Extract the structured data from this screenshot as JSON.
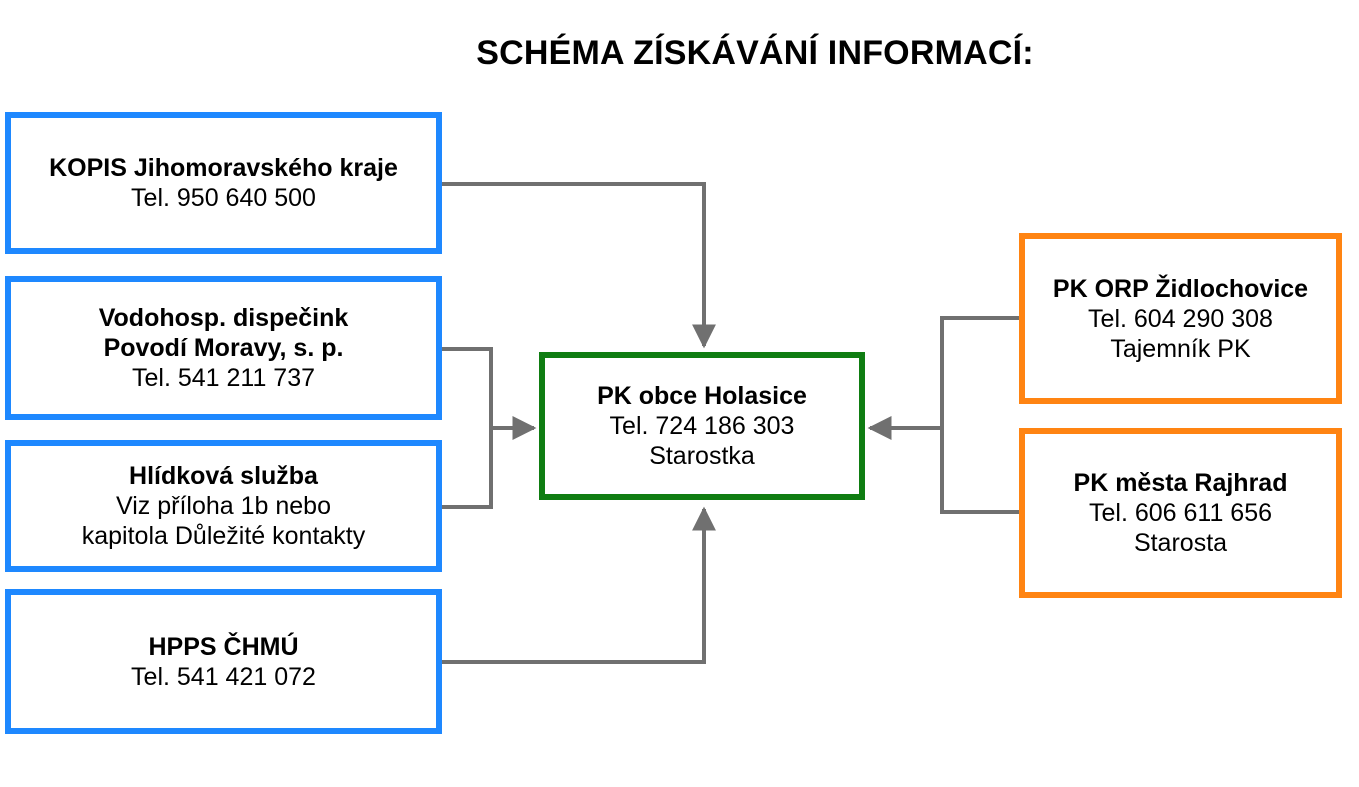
{
  "title": "SCHÉMA ZÍSKÁVÁNÍ INFORMACÍ:",
  "colors": {
    "source_border": "#1e88ff",
    "center_border": "#0f7d12",
    "right_border": "#ff8412",
    "connector": "#707070"
  },
  "boxes": {
    "kopis": {
      "line1": "KOPIS Jihomoravského kraje",
      "line2": "Tel. 950 640 500"
    },
    "vodohosp": {
      "line1": "Vodohosp. dispečink",
      "line2": "Povodí Moravy, s. p.",
      "line3": "Tel. 541 211 737"
    },
    "hlidkova": {
      "line1": "Hlídková služba",
      "line2": "Viz příloha 1b nebo",
      "line3": "kapitola Důležité kontakty"
    },
    "hpps": {
      "line1": "HPPS ČHMÚ",
      "line2": "Tel. 541 421 072"
    },
    "center": {
      "line1": "PK obce Holasice",
      "line2": "Tel. 724 186 303",
      "line3": "Starostka"
    },
    "orp": {
      "line1": "PK ORP Židlochovice",
      "line2": "Tel. 604 290 308",
      "line3": "Tajemník PK"
    },
    "rajhrad": {
      "line1": "PK města Rajhrad",
      "line2": "Tel. 606 611 656",
      "line3": "Starosta"
    }
  }
}
